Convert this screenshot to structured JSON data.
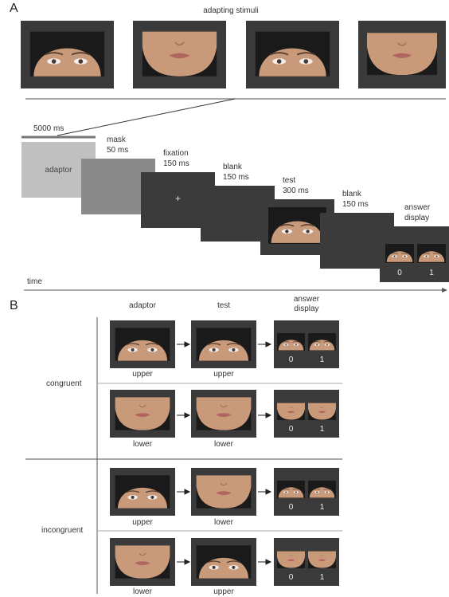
{
  "panels": {
    "a": "A",
    "b": "B"
  },
  "part_a": {
    "title": "adapting stimuli",
    "duration": "5000 ms",
    "adaptor": "adaptor",
    "steps": [
      {
        "name": "mask",
        "time": "50 ms"
      },
      {
        "name": "fixation",
        "time": "150 ms"
      },
      {
        "name": "blank",
        "time": "150 ms"
      },
      {
        "name": "test",
        "time": "300 ms"
      },
      {
        "name": "blank",
        "time": "150 ms"
      },
      {
        "name": "answer",
        "time": "display"
      }
    ],
    "fixation_symbol": "+",
    "answer_options": [
      "0",
      "1"
    ],
    "time_label": "time"
  },
  "part_b": {
    "col_headers": {
      "adaptor": "adaptor",
      "test": "test",
      "answer_line1": "answer",
      "answer_line2": "display"
    },
    "groups": [
      "congruent",
      "incongruent"
    ],
    "rows": [
      {
        "adaptor": "upper",
        "test": "upper"
      },
      {
        "adaptor": "lower",
        "test": "lower"
      },
      {
        "adaptor": "upper",
        "test": "lower"
      },
      {
        "adaptor": "lower",
        "test": "upper"
      }
    ],
    "answer_options": [
      "0",
      "1"
    ]
  },
  "colors": {
    "frame": "#3a3a3a",
    "skin": "#c99a7a",
    "adaptor_screen": "#c0c0c0",
    "mask_screen": "#8a8a8a",
    "dark_screen": "#3b3b3b"
  }
}
